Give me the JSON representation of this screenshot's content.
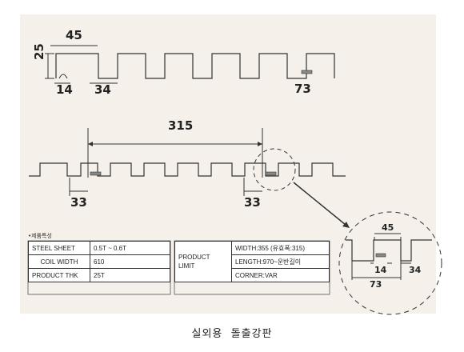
{
  "profile": {
    "dim_pitch_top": "45",
    "dim_height": "25",
    "dim_rib_base": "14",
    "dim_gap": "34",
    "dim_overlap": "73"
  },
  "panel": {
    "dim_width": "315",
    "dim_edge_left": "33",
    "dim_edge_right": "33"
  },
  "detail": {
    "dim_top": "45",
    "dim_rib": "14",
    "dim_gap": "34",
    "dim_overlap": "73"
  },
  "specs_title": "•제품특성",
  "specs": {
    "steel_sheet_label": "STEEL SHEET",
    "steel_sheet_value": "0.5T ~ 0.6T",
    "coil_width_label": "COIL WIDTH",
    "coil_width_value": "610",
    "product_thk_label": "PRODUCT THK",
    "product_thk_value": "25T"
  },
  "limit": {
    "label_line1": "PRODUCT",
    "label_line2": "LIMIT",
    "width": "WIDTH:355 (유효폭:315)",
    "length": "LENGTH:970~운반길이",
    "corner": "CORNER:VAR"
  },
  "caption": "실외용  돌출강판"
}
